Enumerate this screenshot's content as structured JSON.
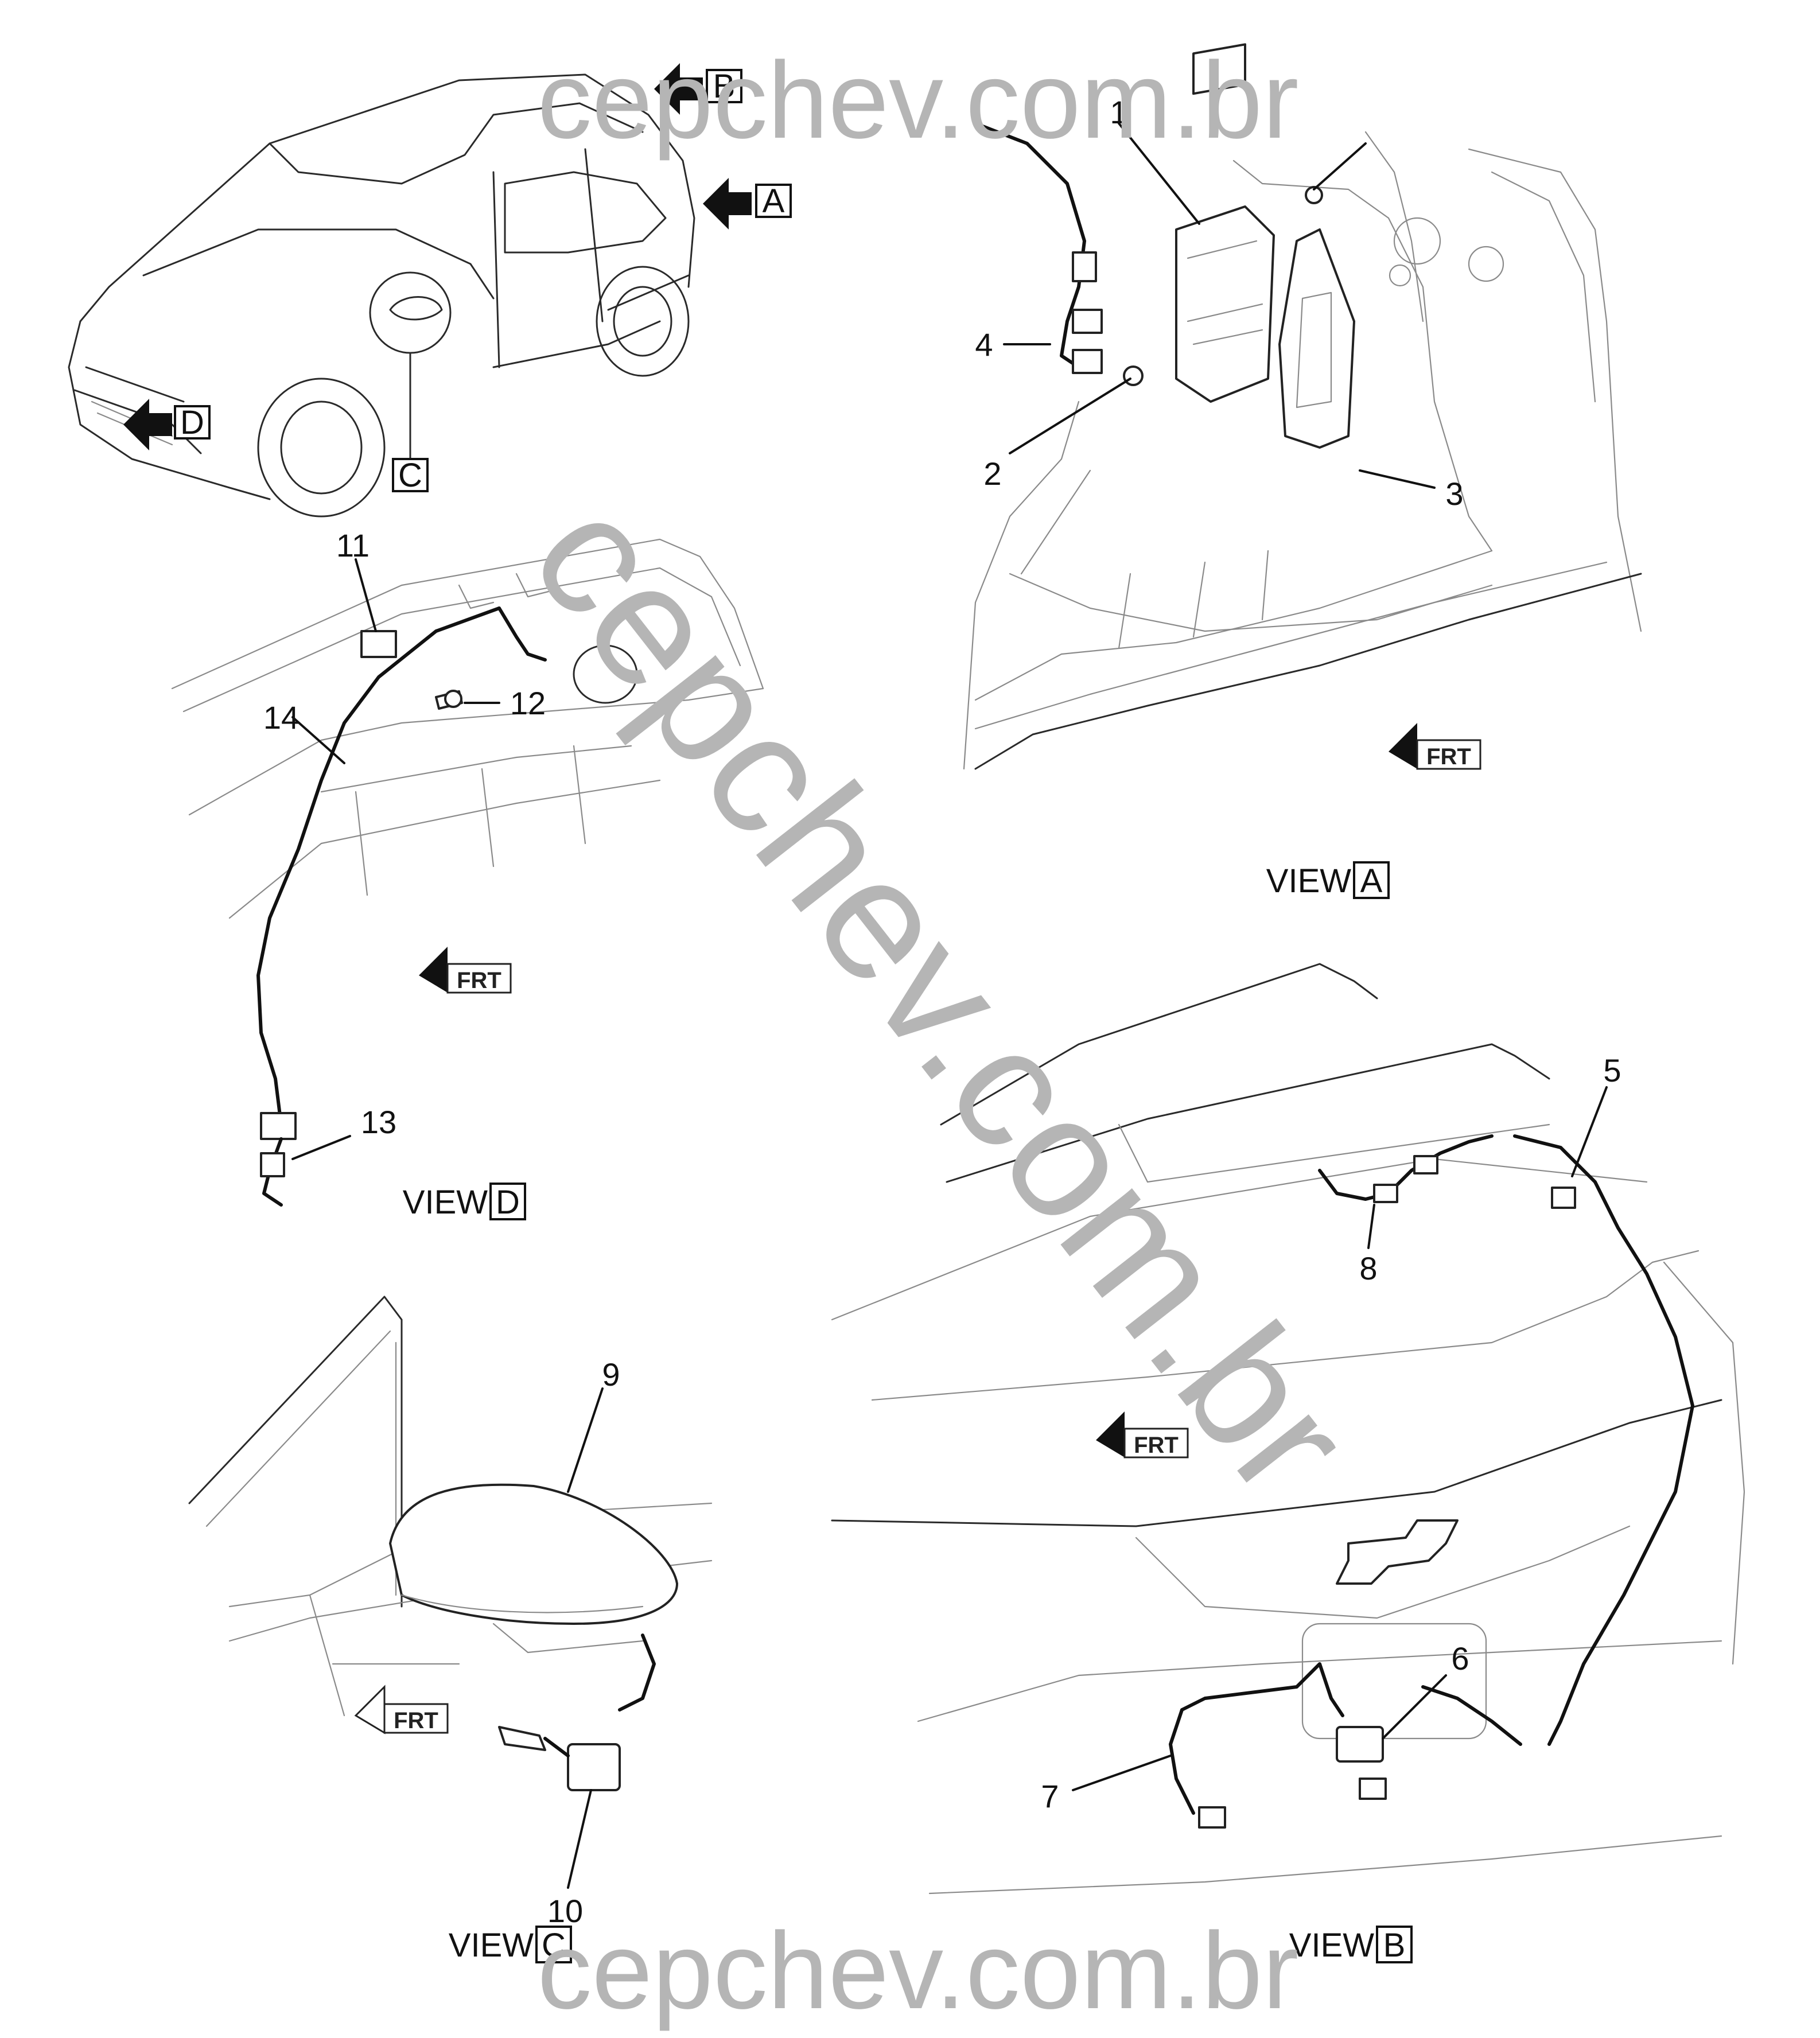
{
  "watermark": {
    "top": "cepchev.com.br",
    "diagonal": "cepchev.com.br",
    "bottom": "cepchev.com.br"
  },
  "view_markers": {
    "a": "A",
    "b": "B",
    "c": "C",
    "d": "D"
  },
  "view_labels": {
    "view_word": "VIEW",
    "a": "A",
    "b": "B",
    "c": "C",
    "d": "D"
  },
  "callouts": {
    "c1": "1",
    "c2": "2",
    "c3": "3",
    "c4": "4",
    "c5": "5",
    "c6": "6",
    "c7": "7",
    "c8": "8",
    "c9": "9",
    "c10": "10",
    "c11": "11",
    "c12": "12",
    "c13": "13",
    "c14": "14"
  },
  "frt_text": "FRT"
}
